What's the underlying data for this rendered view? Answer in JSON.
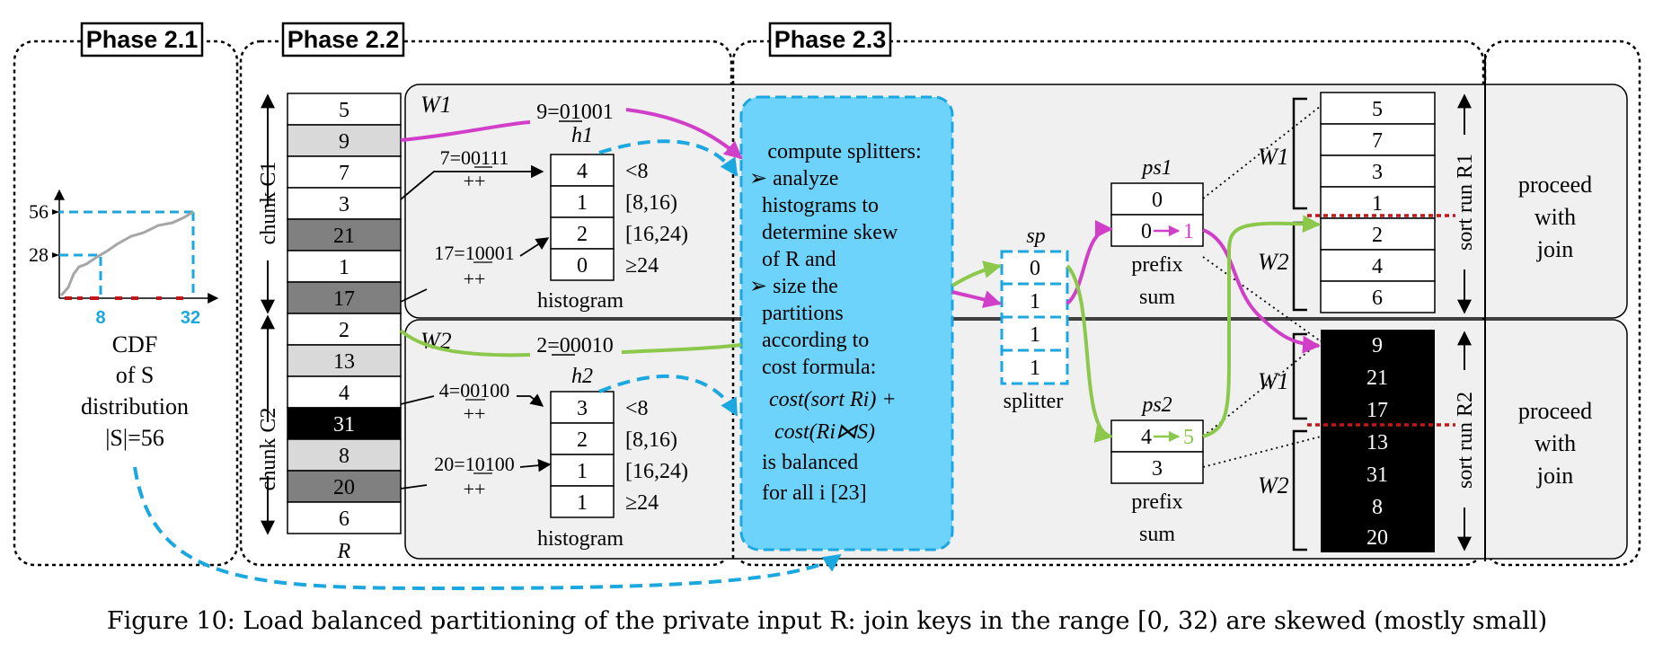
{
  "phases": {
    "p21": "Phase 2.1",
    "p22": "Phase 2.2",
    "p23": "Phase 2.3"
  },
  "cdf": {
    "y_ticks": [
      "56",
      "28"
    ],
    "x_ticks": [
      "8",
      "32"
    ],
    "caption": [
      "CDF",
      "of S",
      "distribution",
      "|S|=56"
    ]
  },
  "relation": {
    "label": "R",
    "values": [
      "5",
      "9",
      "7",
      "3",
      "21",
      "1",
      "17",
      "2",
      "13",
      "4",
      "31",
      "8",
      "20",
      "6"
    ],
    "chunk1_label": "chunk C1",
    "chunk2_label": "chunk C2"
  },
  "worker1": {
    "label": "W1",
    "sample": "9=01001",
    "key_a": "7=00111",
    "key_b": "17=10001",
    "increment": "++",
    "hist_label": "h1",
    "hist_values": [
      "4",
      "1",
      "2",
      "0"
    ],
    "hist_caption": "histogram"
  },
  "worker2": {
    "label": "W2",
    "sample": "2=00010",
    "key_a": "4=00100",
    "key_b": "20=10100",
    "increment": "++",
    "hist_label": "h2",
    "hist_values": [
      "3",
      "2",
      "1",
      "1"
    ],
    "hist_caption": "histogram"
  },
  "ranges": [
    "<8",
    "[8,16)",
    "[16,24)",
    "≥24"
  ],
  "splitter_box": {
    "lines": [
      "compute splitters:",
      "➢ analyze",
      "histograms to",
      "determine skew",
      "of R and",
      "➢ size the",
      "partitions",
      "according to",
      "cost formula:",
      "cost(sort Ri) +",
      "cost(Ri⋈S)",
      "is balanced",
      "for all i [23]"
    ]
  },
  "splitter": {
    "label": "sp",
    "values": [
      "0",
      "1",
      "1",
      "1"
    ],
    "caption": "splitter"
  },
  "ps1": {
    "label": "ps1",
    "values": [
      "0",
      "0",
      "1"
    ],
    "caption": [
      "prefix",
      "sum"
    ]
  },
  "ps2": {
    "label": "ps2",
    "values": [
      "4",
      "5",
      "3"
    ],
    "caption": [
      "prefix",
      "sum"
    ]
  },
  "run1": {
    "values": [
      "5",
      "7",
      "3",
      "1",
      "2",
      "4",
      "6"
    ],
    "label": "sort run R1",
    "w_top": "W1",
    "w_bottom": "W2"
  },
  "run2": {
    "values": [
      "9",
      "21",
      "17",
      "13",
      "31",
      "8",
      "20"
    ],
    "label": "sort run R2",
    "w_top": "W1",
    "w_bottom": "W2"
  },
  "proceed": [
    "proceed",
    "with",
    "join"
  ],
  "caption": "Figure 10: Load balanced partitioning of the private input R: join keys in the range [0, 32) are skewed (mostly small)",
  "colors": {
    "cyan": "#1ba7df",
    "cyan_fill": "#6dd3fa",
    "magenta": "#d13fc9",
    "green": "#8cc84b",
    "red": "#c0161c",
    "panel": "#f0f0f0",
    "light_gray": "#d9d9d9",
    "dark_gray": "#808080"
  }
}
